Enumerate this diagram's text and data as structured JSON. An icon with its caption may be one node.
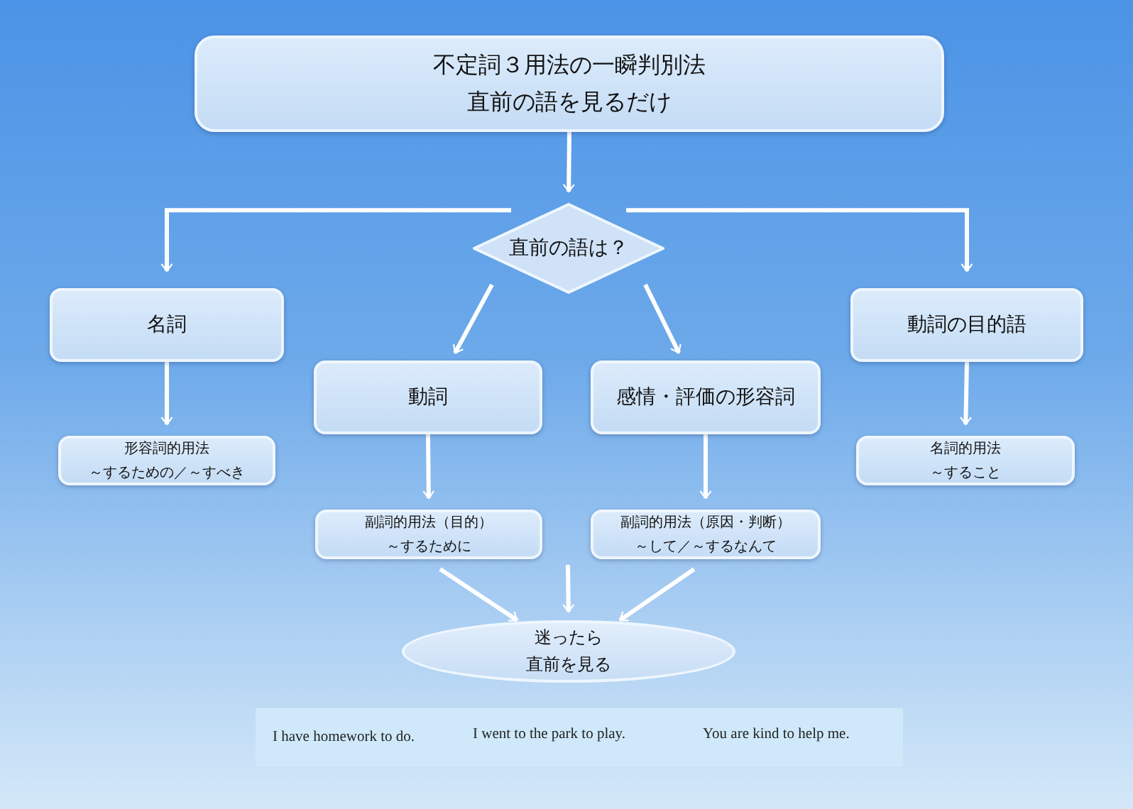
{
  "diagram": {
    "nodes": [
      {
        "text": [
          "不定詞３用法の一瞬判別法",
          "直前の語を見るだけ"
        ]
      },
      {
        "text": [
          "直前の語は？"
        ]
      },
      {
        "text": [
          "名詞"
        ]
      },
      {
        "text": [
          "動詞"
        ]
      },
      {
        "text": [
          "感情・評価の形容詞"
        ]
      },
      {
        "text": [
          "動詞の目的語"
        ]
      },
      {
        "text": [
          "形容詞的用法",
          "～するための／～すべき"
        ]
      },
      {
        "text": [
          "副詞的用法（目的）",
          "～するために"
        ]
      },
      {
        "text": [
          "副詞的用法（原因・判断）",
          "～して／～するなんて"
        ]
      },
      {
        "text": [
          "名詞的用法",
          "～すること"
        ]
      },
      {
        "text": [
          "迷ったら",
          "直前を見る"
        ]
      }
    ],
    "edges": [
      {
        "from": 0,
        "to": 1,
        "arrow": "to"
      },
      {
        "from": 1,
        "to": 2,
        "arrow": "to"
      },
      {
        "from": 1,
        "to": 3,
        "arrow": "to"
      },
      {
        "from": 1,
        "to": 4,
        "arrow": "to"
      },
      {
        "from": 1,
        "to": 5,
        "arrow": "to"
      },
      {
        "from": 2,
        "to": 6,
        "arrow": "to"
      },
      {
        "from": 3,
        "to": 7,
        "arrow": "to"
      },
      {
        "from": 4,
        "to": 8,
        "arrow": "to"
      },
      {
        "from": 5,
        "to": 9,
        "arrow": "to"
      },
      {
        "from": 7,
        "to": 10,
        "arrow": "to"
      },
      {
        "from": null,
        "to": 10,
        "arrow": "to"
      },
      {
        "from": 8,
        "to": 10,
        "arrow": "to"
      }
    ],
    "labels": [
      "I have homework to do.",
      "I went to the park to play.",
      "You are kind to help me."
    ]
  }
}
